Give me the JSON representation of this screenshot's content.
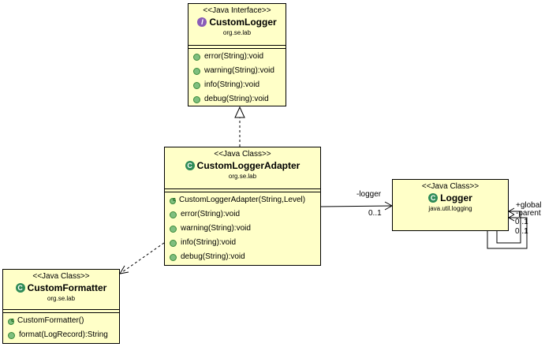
{
  "classes": {
    "custom_logger": {
      "stereotype": "<<Java Interface>>",
      "kind_glyph": "I",
      "name": "CustomLogger",
      "package": "org.se.lab",
      "operations": [
        "error(String):void",
        "warning(String):void",
        "info(String):void",
        "debug(String):void"
      ]
    },
    "adapter": {
      "stereotype": "<<Java Class>>",
      "kind_glyph": "C",
      "name": "CustomLoggerAdapter",
      "package": "org.se.lab",
      "constructor": "CustomLoggerAdapter(String,Level)",
      "operations": [
        "error(String):void",
        "warning(String):void",
        "info(String):void",
        "debug(String):void"
      ]
    },
    "logger": {
      "stereotype": "<<Java Class>>",
      "kind_glyph": "C",
      "name": "Logger",
      "package": "java.util.logging"
    },
    "formatter": {
      "stereotype": "<<Java Class>>",
      "kind_glyph": "C",
      "name": "CustomFormatter",
      "package": "org.se.lab",
      "constructor": "CustomFormatter()",
      "operations": [
        "format(LogRecord):String"
      ]
    }
  },
  "associations": {
    "adapter_logger": {
      "role": "-logger",
      "multiplicity": "0..1"
    },
    "self_global": {
      "role": "+global",
      "multiplicity": "0..1"
    },
    "self_parent": {
      "role": "-parent",
      "multiplicity": "0..1"
    }
  }
}
